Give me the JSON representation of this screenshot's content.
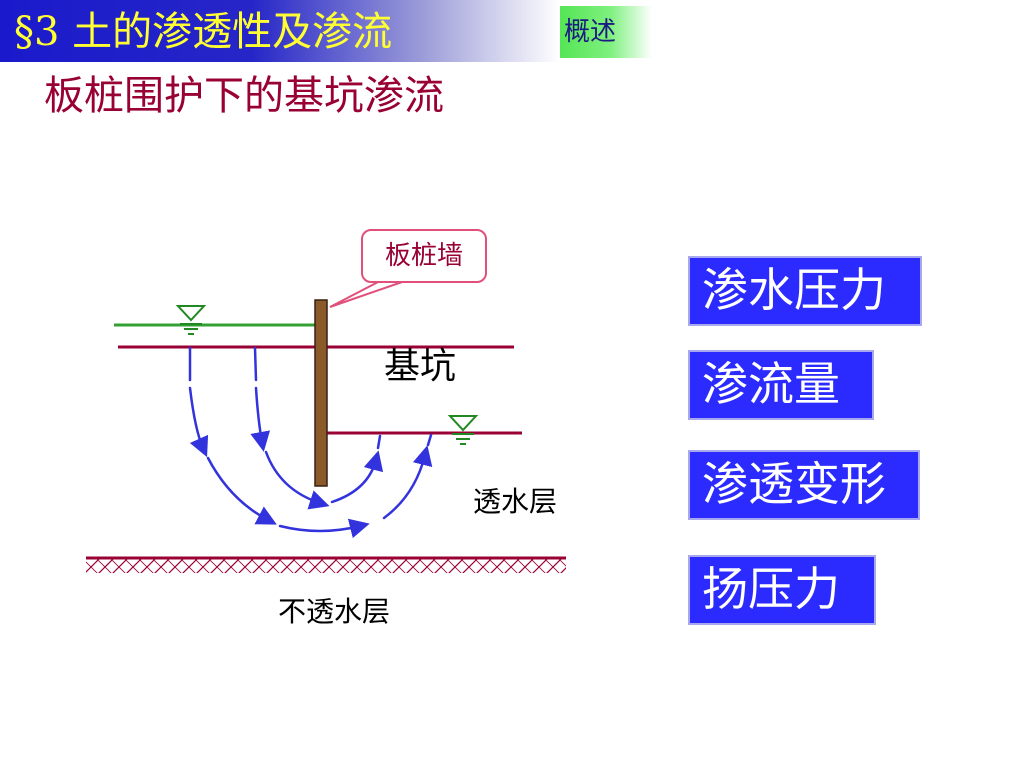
{
  "header": {
    "section_title": "§3 土的渗透性及渗流",
    "overview_label": "概述"
  },
  "slide": {
    "heading": "板桩围护下的基坑渗流"
  },
  "diagram": {
    "callout_label": "板桩墙",
    "pit_label": "基坑",
    "permeable_layer_label": "透水层",
    "impermeable_layer_label": "不透水层",
    "colors": {
      "water_line": "#33a033",
      "ground_line": "#990033",
      "sheet_pile": "#8b5a2b",
      "flow_line": "#3333dd",
      "water_symbol": "#228822"
    }
  },
  "topics": [
    {
      "label": "渗水压力"
    },
    {
      "label": "渗流量"
    },
    {
      "label": "渗透变形"
    },
    {
      "label": "扬压力"
    }
  ]
}
